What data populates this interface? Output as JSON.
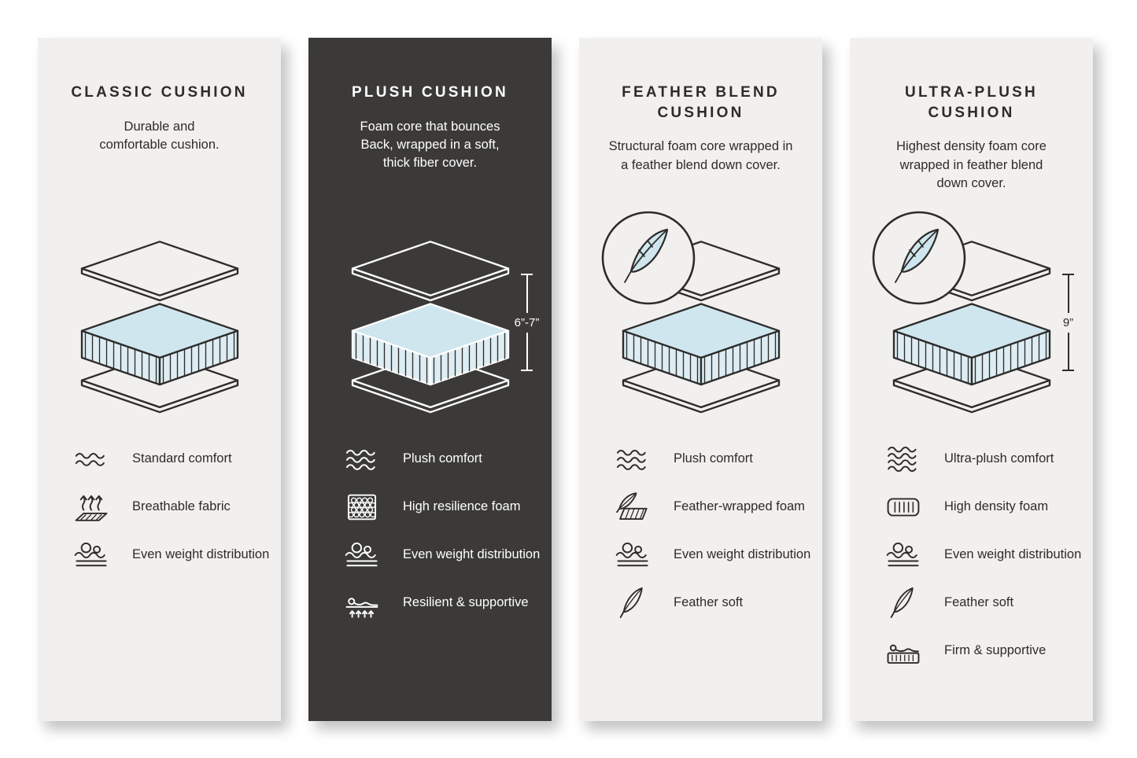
{
  "cards": [
    {
      "title": "CLASSIC CUSHION",
      "description": "Durable and\ncomfortable cushion.",
      "features": [
        {
          "icon": "waves-icon",
          "label": "Standard comfort"
        },
        {
          "icon": "breathable-fabric-icon",
          "label": "Breathable fabric"
        },
        {
          "icon": "even-weight-icon",
          "label": "Even weight distribution"
        }
      ]
    },
    {
      "title": "PLUSH CUSHION",
      "description": "Foam core that bounces\nBack, wrapped in a soft,\nthick fiber cover.",
      "dimension_label": "6”-7”",
      "features": [
        {
          "icon": "waves-icon",
          "label": "Plush comfort"
        },
        {
          "icon": "foam-cells-icon",
          "label": "High resilience foam"
        },
        {
          "icon": "even-weight-icon",
          "label": "Even weight distribution"
        },
        {
          "icon": "resilient-supportive-icon",
          "label": "Resilient & supportive"
        }
      ]
    },
    {
      "title": "FEATHER BLEND\nCUSHION",
      "description": "Structural foam core wrapped in\na feather blend down cover.",
      "features": [
        {
          "icon": "waves-icon",
          "label": "Plush comfort"
        },
        {
          "icon": "feather-wrapped-foam-icon",
          "label": "Feather-wrapped foam"
        },
        {
          "icon": "even-weight-icon",
          "label": "Even weight distribution"
        },
        {
          "icon": "feather-icon",
          "label": "Feather soft"
        }
      ]
    },
    {
      "title": "ULTRA-PLUSH\nCUSHION",
      "description": "Highest density foam core\nwrapped in feather blend\ndown cover.",
      "dimension_label": "9”",
      "features": [
        {
          "icon": "waves-icon",
          "label": "Ultra-plush comfort"
        },
        {
          "icon": "high-density-foam-icon",
          "label": "High density foam"
        },
        {
          "icon": "even-weight-icon",
          "label": "Even weight distribution"
        },
        {
          "icon": "feather-icon",
          "label": "Feather soft"
        },
        {
          "icon": "firm-supportive-icon",
          "label": "Firm & supportive"
        }
      ]
    }
  ],
  "colors": {
    "page_bg": "#ffffff",
    "light_card_bg": "#f1f0ee",
    "dark_card_bg": "#3b3a38",
    "ink": "#2d2c2a",
    "ink_on_dark": "#ffffff",
    "foam_blue": "#cfe6ef"
  }
}
